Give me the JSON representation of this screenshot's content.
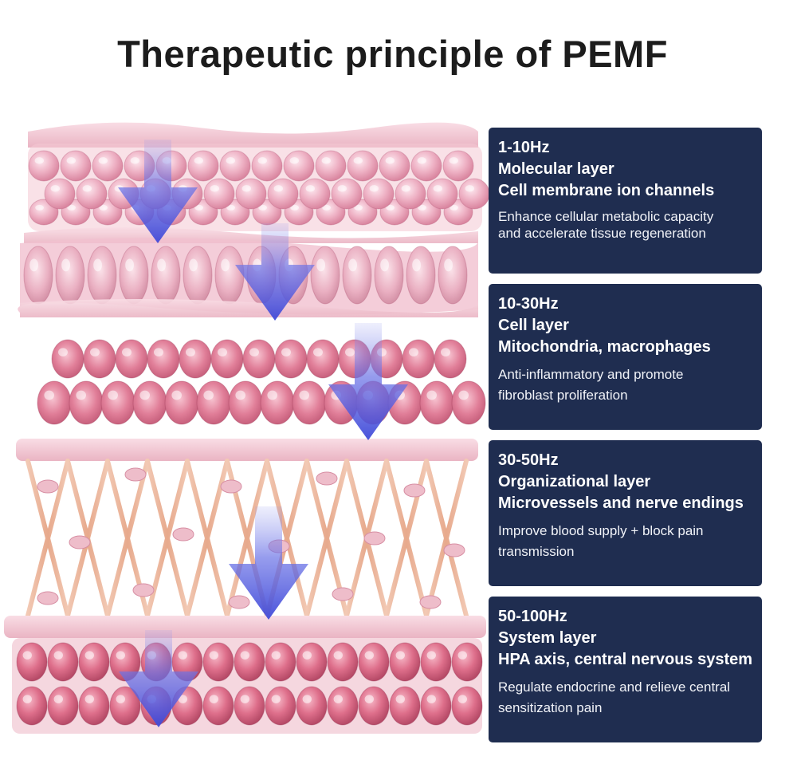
{
  "title": "Therapeutic principle of PEMF",
  "colors": {
    "panel_bg": "#1f2d50",
    "panel_text": "#ffffff",
    "arrow": "#4b55e0",
    "tissue_pink": "#e9a9bd",
    "tissue_deep": "#d9647f",
    "fiber": "#e8b39a"
  },
  "icons": {
    "arrow": "arrow-down-icon",
    "cell": "cell-sphere-icon"
  },
  "layers": [
    {
      "frequency": "1-10Hz",
      "name": "Molecular layer",
      "target": "Cell membrane ion channels",
      "description": "Enhance cellular metabolic capacity and accelerate tissue regeneration"
    },
    {
      "frequency": "10-30Hz",
      "name": "Cell layer",
      "target": "Mitochondria, macrophages",
      "description": "Anti-inflammatory and promote fibroblast proliferation"
    },
    {
      "frequency": "30-50Hz",
      "name": "Organizational layer",
      "target": "Microvessels and nerve endings",
      "description": "Improve blood supply + block pain transmission"
    },
    {
      "frequency": "50-100Hz",
      "name": "System layer",
      "target": "HPA axis, central nervous system",
      "description": "Regulate endocrine and relieve central sensitization pain"
    }
  ]
}
